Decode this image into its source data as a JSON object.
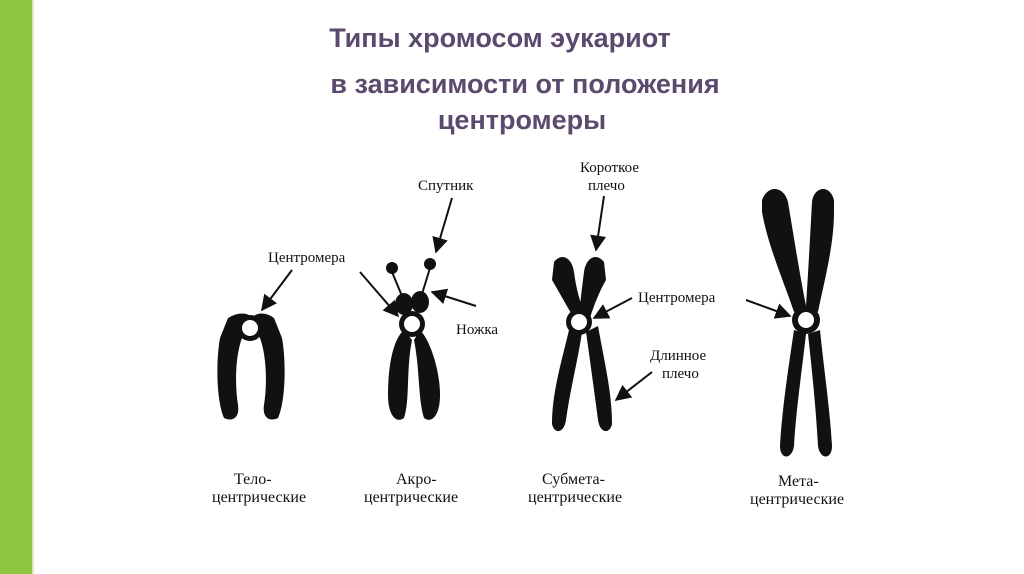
{
  "title": {
    "line1": "Типы хромосом эукариот",
    "line2": "в зависимости от положения",
    "line3": "центромеры"
  },
  "labels": {
    "centromere_left": "Центромера",
    "satellite": "Спутник",
    "stalk": "Ножка",
    "short_arm_1": "Короткое",
    "short_arm_2": "плечо",
    "centromere_right": "Центромера",
    "long_arm_1": "Длинное",
    "long_arm_2": "плечо"
  },
  "captions": {
    "telo_1": "Тело-",
    "telo_2": "центрические",
    "acro_1": "Акро-",
    "acro_2": "центрические",
    "submeta_1": "Субмета-",
    "submeta_2": "центрические",
    "meta_1": "Мета-",
    "meta_2": "центрические"
  },
  "colors": {
    "accent": "#8cc63f",
    "title": "#5b4a6e",
    "chromosome": "#111111"
  }
}
